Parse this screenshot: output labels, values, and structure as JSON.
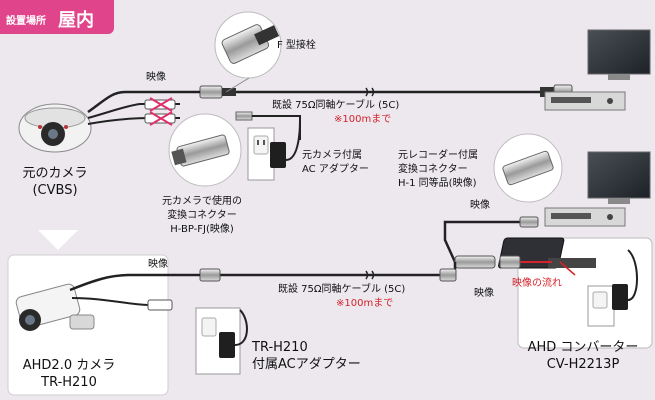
{
  "header": {
    "label_small": "設置場所",
    "label_big": "屋内"
  },
  "labels": {
    "f_connector": "F 型接栓",
    "video_top": "映像",
    "cable_top": "既設 75Ω同軸ケーブル (5C)",
    "cable_top_note": "※100mまで",
    "orig_camera_line1": "元のカメラ",
    "orig_camera_line2": "(CVBS)",
    "adapter_orig_line1": "元カメラ付属",
    "adapter_orig_line2": "AC アダプター",
    "conv_orig_line1": "元カメラで使用の",
    "conv_orig_line2": "変換コネクター",
    "conv_orig_line3": "H-BP-FJ(映像)",
    "conv_rec_line1": "元レコーダー付属",
    "conv_rec_line2": "変換コネクター",
    "conv_rec_line3": "H-1 同等品(映像)",
    "video_mid_right": "映像",
    "video_ahd": "映像",
    "cable_bottom": "既設 75Ω同軸ケーブル (5C)",
    "cable_bottom_note": "※100mまで",
    "video_bottom_right": "映像",
    "video_flow": "映像の流れ",
    "ahd_camera_line1": "AHD2.0 カメラ",
    "ahd_camera_line2": "TR-H210",
    "adapter_ahd_line1": "TR-H210",
    "adapter_ahd_line2": "付属ACアダプター",
    "converter_line1": "AHD コンバーター",
    "converter_line2": "CV-H2213P"
  },
  "colors": {
    "header": "#e0448a",
    "accent_red": "#d6232b",
    "background": "#ece8ee",
    "cable": "#222222"
  }
}
